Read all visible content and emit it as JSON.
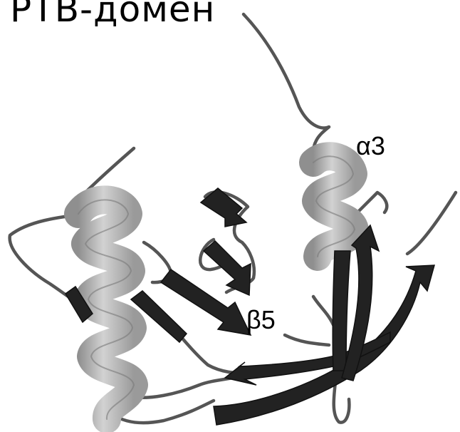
{
  "title": "PTB-домен",
  "labels": {
    "alpha3": "α3",
    "beta5": "β5"
  },
  "colors": {
    "helix": "#b7b7b7",
    "helix_shade": "#8e8e8e",
    "strand": "#222222",
    "loop": "#4a4a4a"
  }
}
